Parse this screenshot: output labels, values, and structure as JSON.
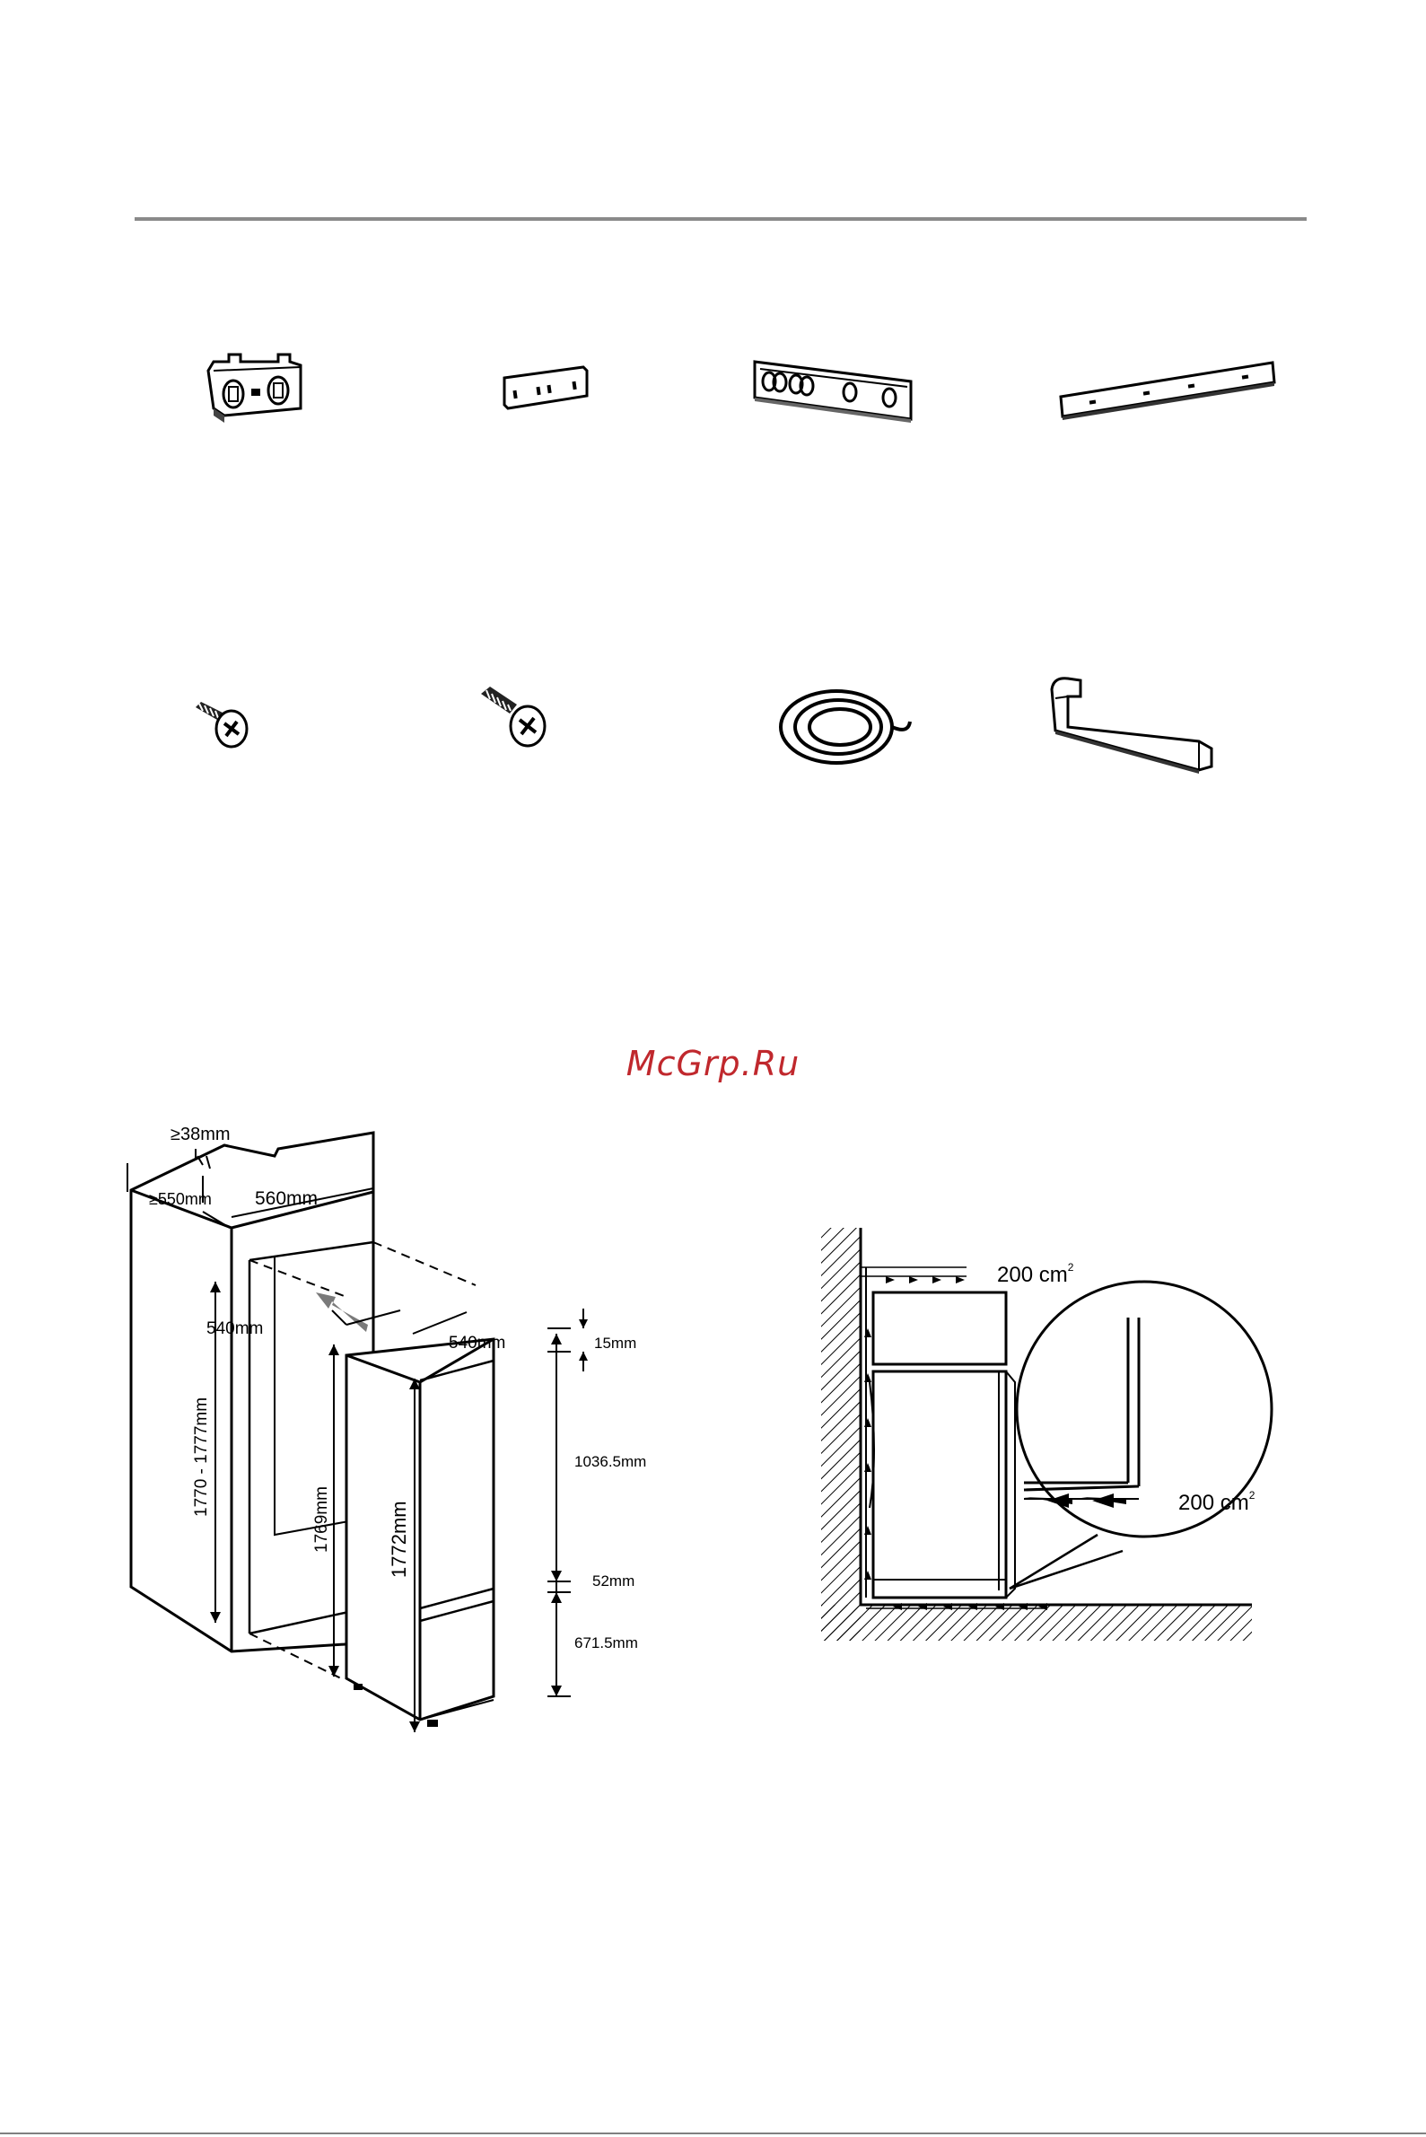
{
  "watermark": "McGrp.Ru",
  "parts": [
    {
      "id": "hinge-bracket",
      "icon": "hinge-bracket-icon"
    },
    {
      "id": "small-plate",
      "icon": "small-plate-icon"
    },
    {
      "id": "slotted-rail",
      "icon": "slotted-rail-icon"
    },
    {
      "id": "long-strip",
      "icon": "long-strip-icon"
    },
    {
      "id": "short-screw",
      "icon": "short-screw-icon"
    },
    {
      "id": "long-screw",
      "icon": "long-screw-icon"
    },
    {
      "id": "sealing-strip-roll",
      "icon": "sealing-strip-roll-icon"
    },
    {
      "id": "l-bracket",
      "icon": "l-bracket-icon"
    }
  ],
  "installation_diagram": {
    "depth_gap": "≥38mm",
    "niche_depth": "≥550mm",
    "niche_width": "560mm",
    "niche_height": "1770 - 1777mm",
    "appliance_width": "540mm",
    "appliance_depth": "540mm",
    "appliance_side_height": "1769mm",
    "appliance_height": "1772mm",
    "top_gap": "15mm",
    "upper_door": "1036.5mm",
    "door_gap": "52mm",
    "lower_door": "671.5mm"
  },
  "ventilation_diagram": {
    "top_opening": "200 cm",
    "top_opening_sup": "2",
    "bottom_opening": "200 cm",
    "bottom_opening_sup": "2"
  }
}
